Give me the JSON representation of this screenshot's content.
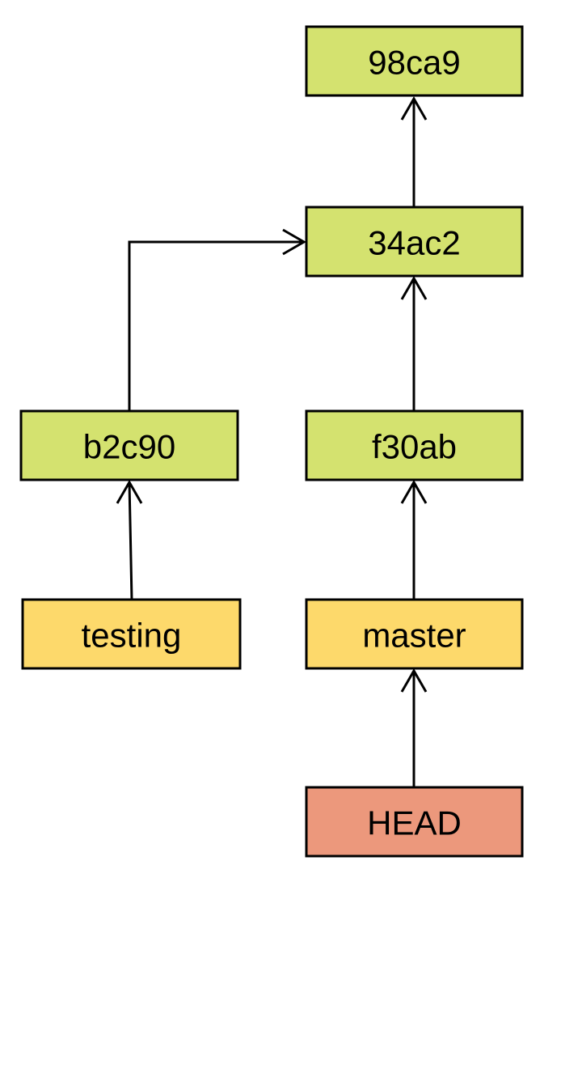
{
  "colors": {
    "commit_fill": "#d4e26f",
    "branch_fill": "#fdd96b",
    "head_fill": "#ec987c",
    "stroke": "#000000"
  },
  "commits": {
    "c98ca9": "98ca9",
    "c34ac2": "34ac2",
    "cb2c90": "b2c90",
    "cf30ab": "f30ab"
  },
  "branches": {
    "testing": "testing",
    "master": "master"
  },
  "head": {
    "label": "HEAD"
  }
}
